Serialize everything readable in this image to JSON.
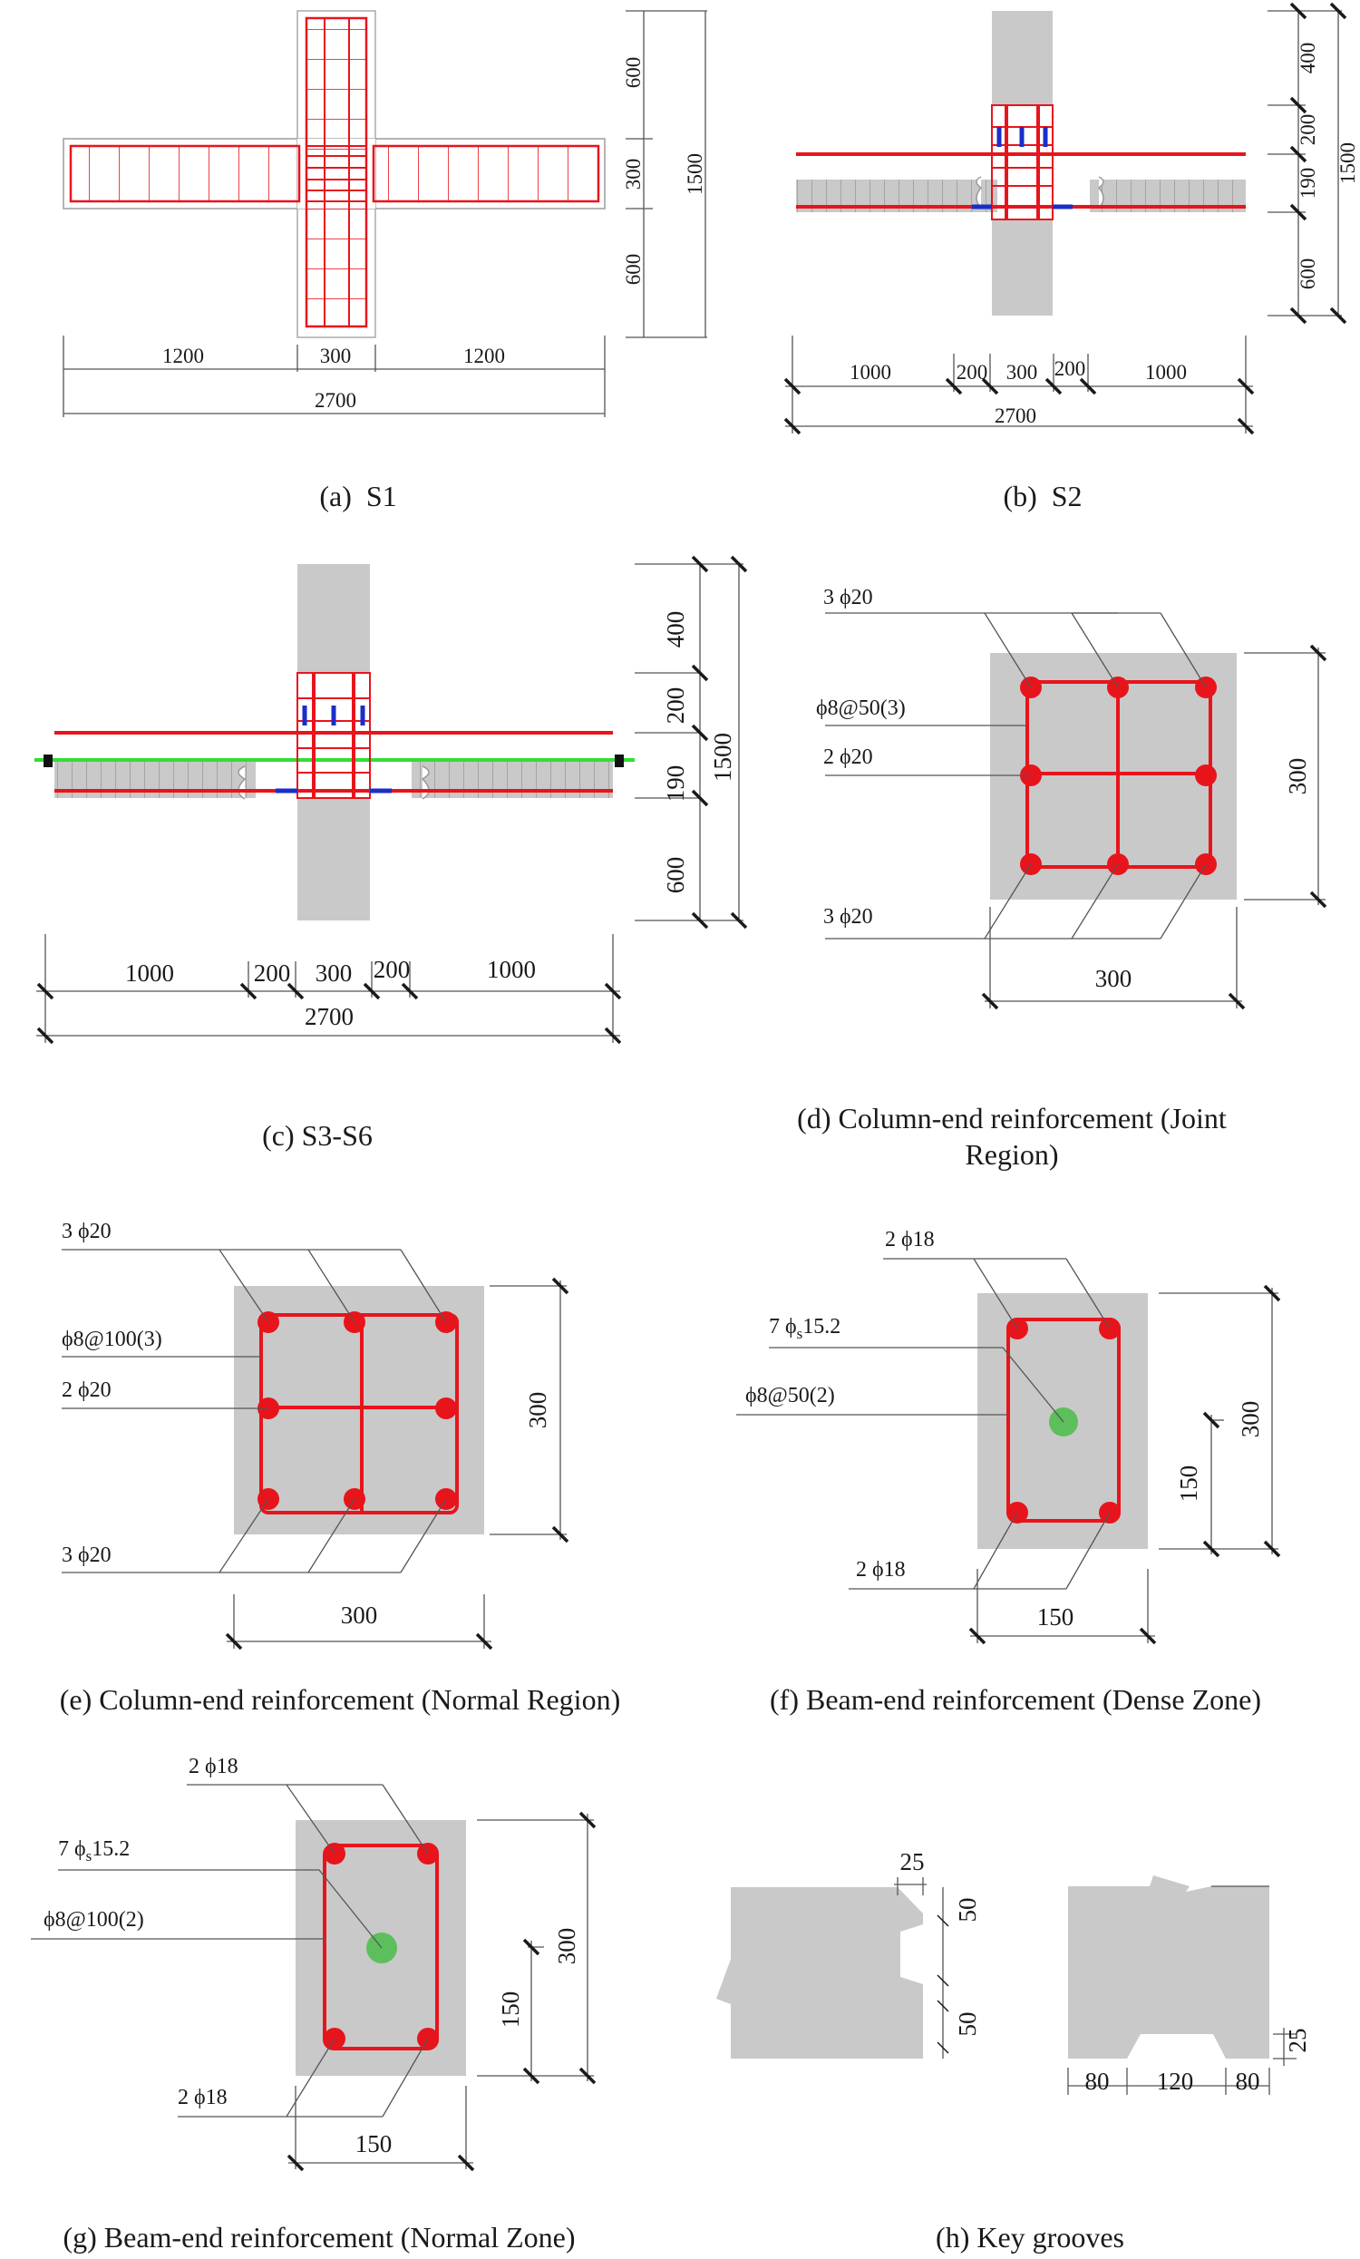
{
  "colors": {
    "concrete": "#c9c9c9",
    "rebar": "#e8141c",
    "strand": "#5cbf5c",
    "pt_strand": "#33dd33",
    "anchor": "#1a2ec8"
  },
  "panels": {
    "a": {
      "caption": "(a)  S1",
      "dims": {
        "v1": "600",
        "v2": "300",
        "v3": "600",
        "vt": "1500",
        "h1": "1200",
        "h2": "300",
        "h3": "1200",
        "ht": "2700"
      }
    },
    "b": {
      "caption": "(b)  S2",
      "dims": {
        "v1": "400",
        "v2": "200",
        "v3": "190",
        "v4": "600",
        "vt": "1500",
        "h1": "1000",
        "h2": "200",
        "h3": "300",
        "h4": "200",
        "h5": "1000",
        "ht": "2700"
      }
    },
    "c": {
      "caption": "(c) S3-S6",
      "dims": {
        "v1": "400",
        "v2": "200",
        "v3": "190",
        "v4": "600",
        "vt": "1500",
        "h1": "1000",
        "h2": "200",
        "h3": "300",
        "h4": "200",
        "h5": "1000",
        "ht": "2700"
      }
    },
    "d": {
      "caption_1": "(d) Column-end reinforcement (Joint",
      "caption_2": "Region)",
      "top_bars": "3 ϕ20",
      "stirrup": "ϕ8@50(3)",
      "mid_bars": "2 ϕ20",
      "bot_bars": "3 ϕ20",
      "dim_h": "300",
      "dim_v": "300"
    },
    "e": {
      "caption": "(e) Column-end reinforcement (Normal Region)",
      "top_bars": "3 ϕ20",
      "stirrup": "ϕ8@100(3)",
      "mid_bars": "2 ϕ20",
      "bot_bars": "3 ϕ20",
      "dim_h": "300",
      "dim_v": "300"
    },
    "f": {
      "caption": "(f) Beam-end reinforcement (Dense Zone)",
      "top_bars": "2 ϕ18",
      "strand_a": "7 ϕ",
      "strand_sub": "s",
      "strand_b": "15.2",
      "stirrup": "ϕ8@50(2)",
      "bot_bars": "2 ϕ18",
      "dim_h": "150",
      "dim_v": "300",
      "dim_v2": "150"
    },
    "g": {
      "caption": "(g) Beam-end reinforcement (Normal Zone)",
      "top_bars": "2 ϕ18",
      "strand_a": "7 ϕ",
      "strand_sub": "s",
      "strand_b": "15.2",
      "stirrup": "ϕ8@100(2)",
      "bot_bars": "2 ϕ18",
      "dim_h": "150",
      "dim_v": "300",
      "dim_v2": "150"
    },
    "h": {
      "caption": "(h) Key grooves",
      "d1": "25",
      "d2": "50",
      "d3": "50",
      "d4": "25",
      "d5": "80",
      "d6": "120",
      "d7": "80"
    }
  }
}
